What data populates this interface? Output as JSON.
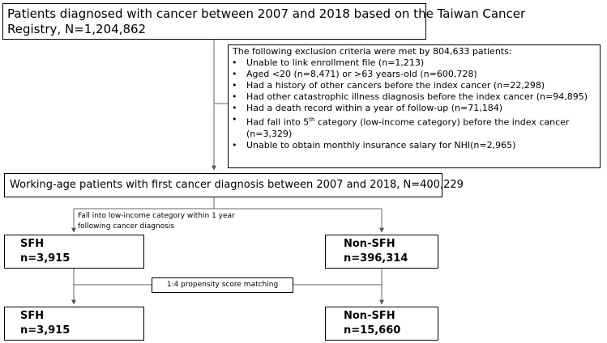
{
  "top_box": {
    "line1": "Patients diagnosed with cancer between 2007 and 2018 based on the Taiwan Cancer",
    "line2": "Registry, N=1,204,862"
  },
  "exclusion_box": {
    "header": "The following exclusion criteria were met by 804,633 patients:",
    "items": [
      "Unable to link enrollment file (n=1,213)",
      "Aged <20 (n=8,471) or  >63 years-old (n=600,728)",
      "Had a history of other cancers before the index cancer (n=22,298)",
      "Had other catastrophic illness diagnosis before the index cancer (n=94,895)",
      "Had a death record within a year of follow-up (n=71,184)",
      "Unable to obtain monthly insurance salary for NHI(n=2,965)"
    ],
    "item_fifth_category": {
      "prefix": "Had fall into 5",
      "superscript": "th",
      "suffix": " category (low-income category) before the index cancer",
      "line2": "(n=3,329)"
    }
  },
  "working_age_box": {
    "text": "Working-age patients with first cancer diagnosis between 2007 and 2018, N=400,229"
  },
  "split_label": {
    "line1": "Fall into low-income category within 1 year",
    "line2": "following cancer diagnosis"
  },
  "sfh_box_1": {
    "line1": "SFH",
    "line2": "n=3,915"
  },
  "nonsfh_box_1": {
    "line1": "Non-SFH",
    "line2": "n=396,314"
  },
  "matching_box": {
    "text": "1:4 propensity score matching"
  },
  "sfh_box_2": {
    "line1": "SFH",
    "line2": "n=3,915"
  },
  "nonsfh_box_2": {
    "line1": "Non-SFH",
    "line2": "n=15,660"
  }
}
